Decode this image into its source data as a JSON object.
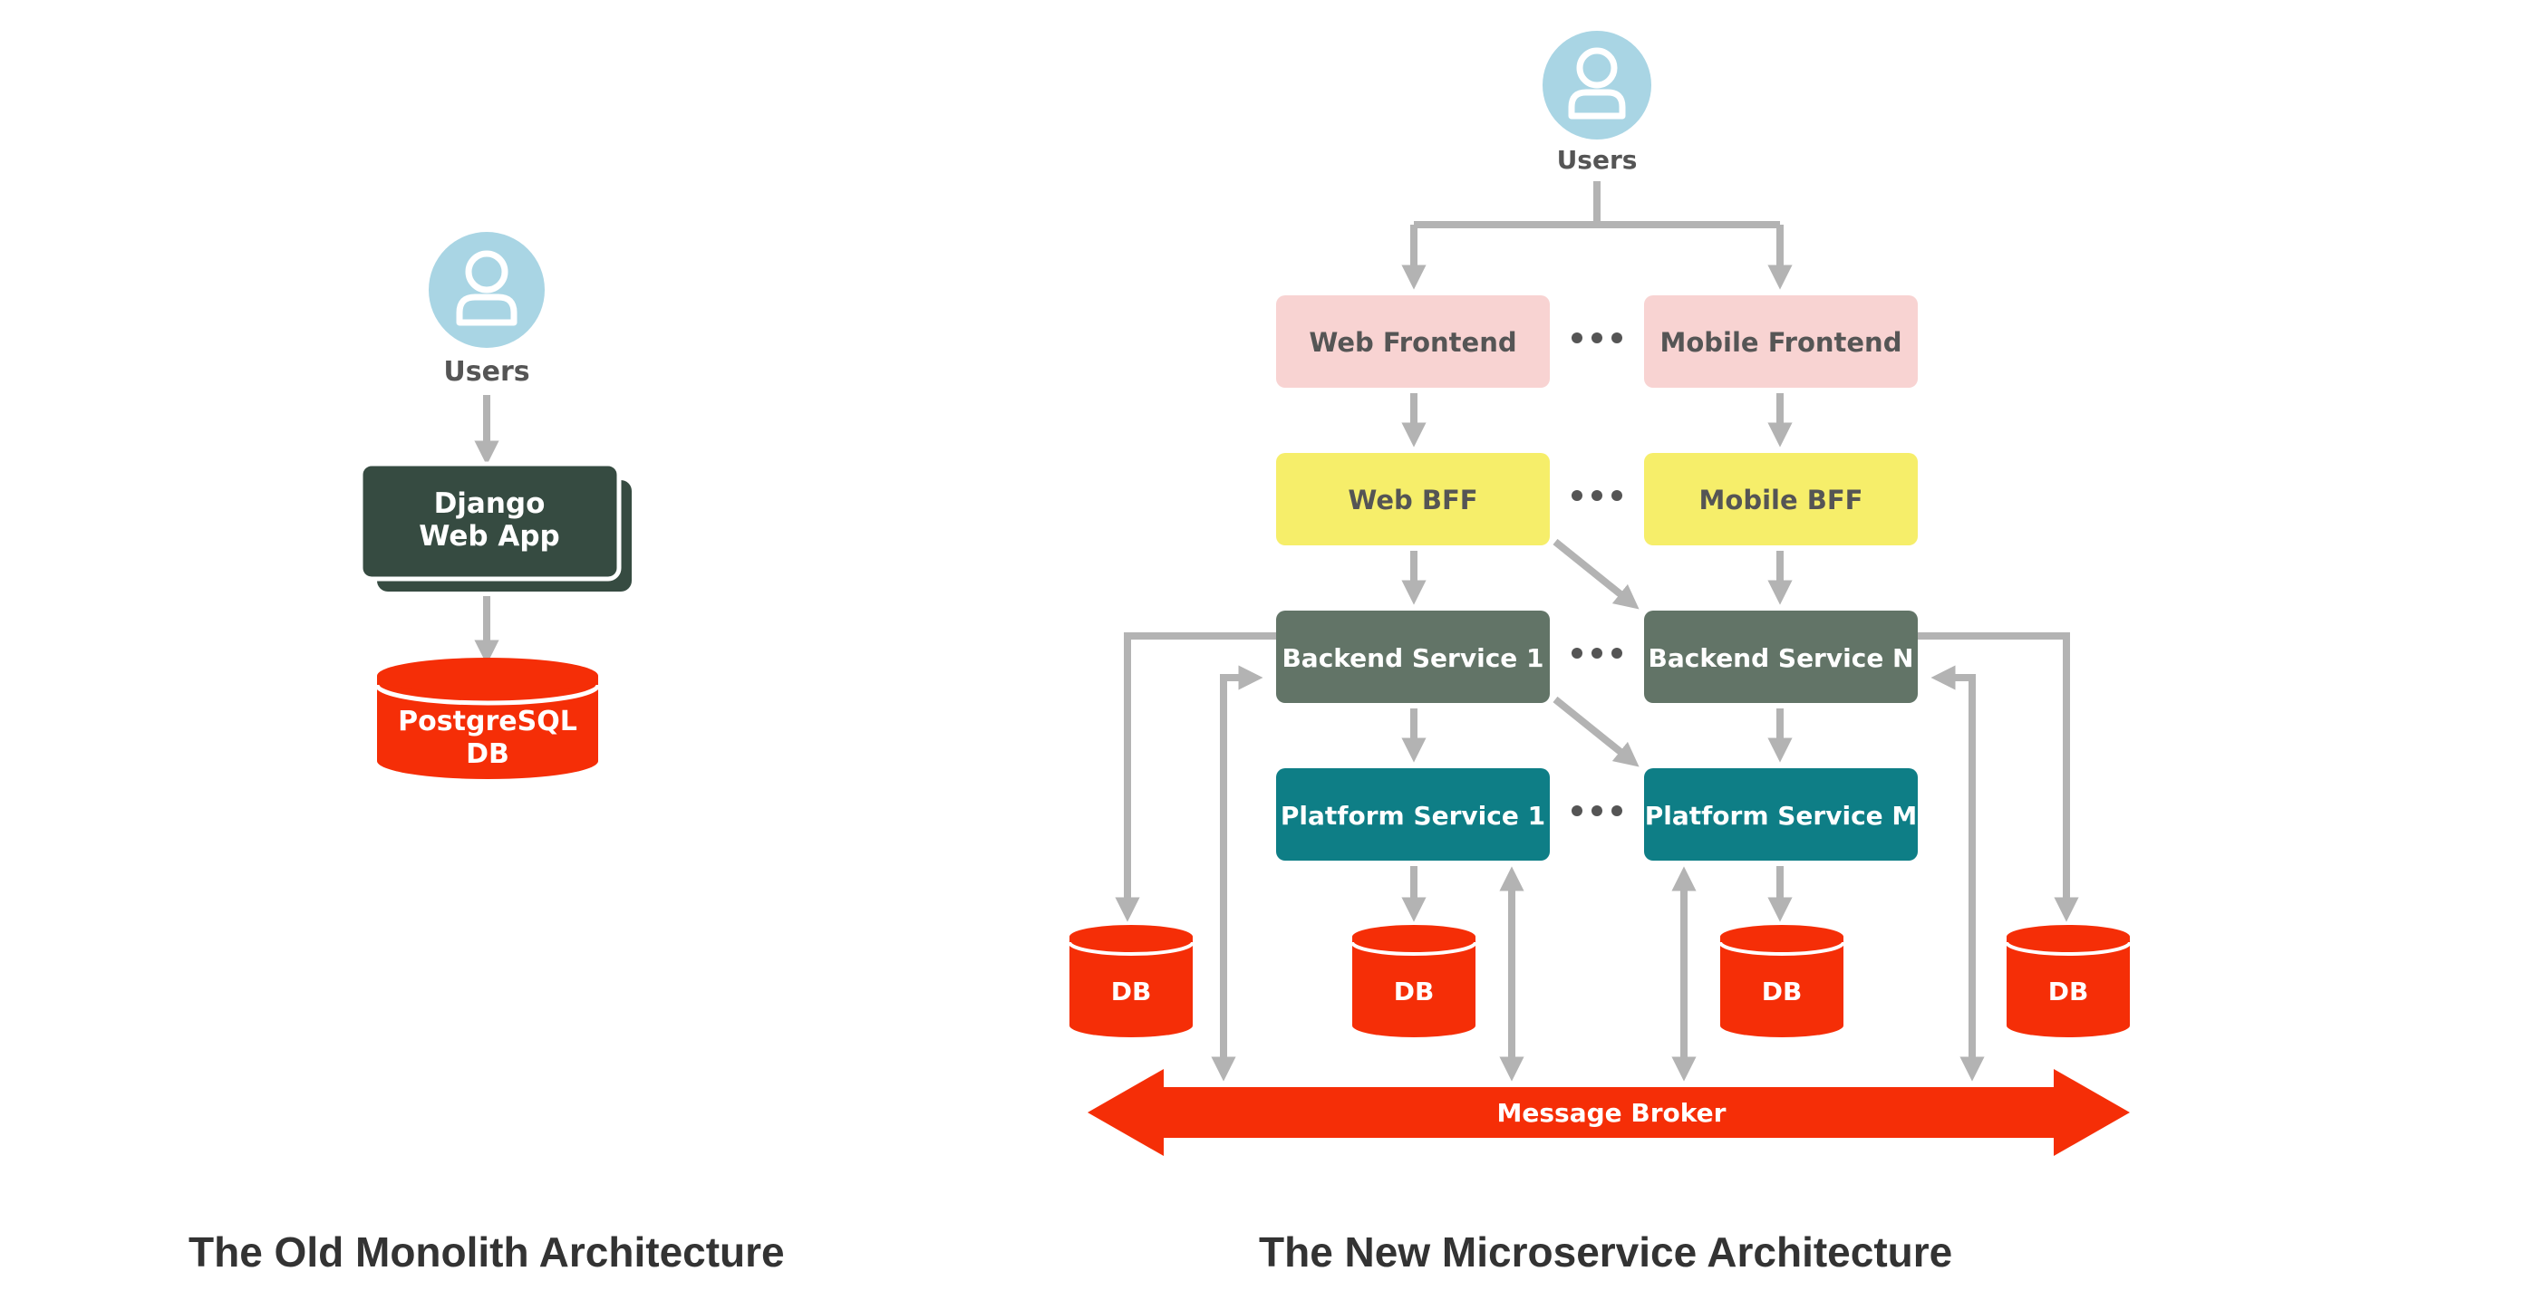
{
  "colors": {
    "arrow": "#b3b3b3",
    "user_circle": "#a9d5e4",
    "monolith_app": "#364b41",
    "db_red": "#f52e07",
    "frontend_pink": "#f8d3d2",
    "bff_yellow": "#f6ee6a",
    "backend_gray": "#627467",
    "platform_teal": "#0e7e86",
    "dots": "#555555",
    "dark_text": "#555555",
    "white_text": "#ffffff"
  },
  "monolith": {
    "users_label": "Users",
    "app_label_line1": "Django",
    "app_label_line2": "Web App",
    "db_label_line1": "PostgreSQL",
    "db_label_line2": "DB",
    "caption": "The Old Monolith Architecture"
  },
  "microservice": {
    "users_label": "Users",
    "web_frontend": "Web Frontend",
    "mobile_frontend": "Mobile Frontend",
    "web_bff": "Web BFF",
    "mobile_bff": "Mobile BFF",
    "backend_service_1": "Backend Service 1",
    "backend_service_n": "Backend Service N",
    "platform_service_1": "Platform Service 1",
    "platform_service_m": "Platform Service M",
    "db_labels": [
      "DB",
      "DB",
      "DB",
      "DB"
    ],
    "message_broker": "Message Broker",
    "caption": "The New Microservice Architecture"
  }
}
